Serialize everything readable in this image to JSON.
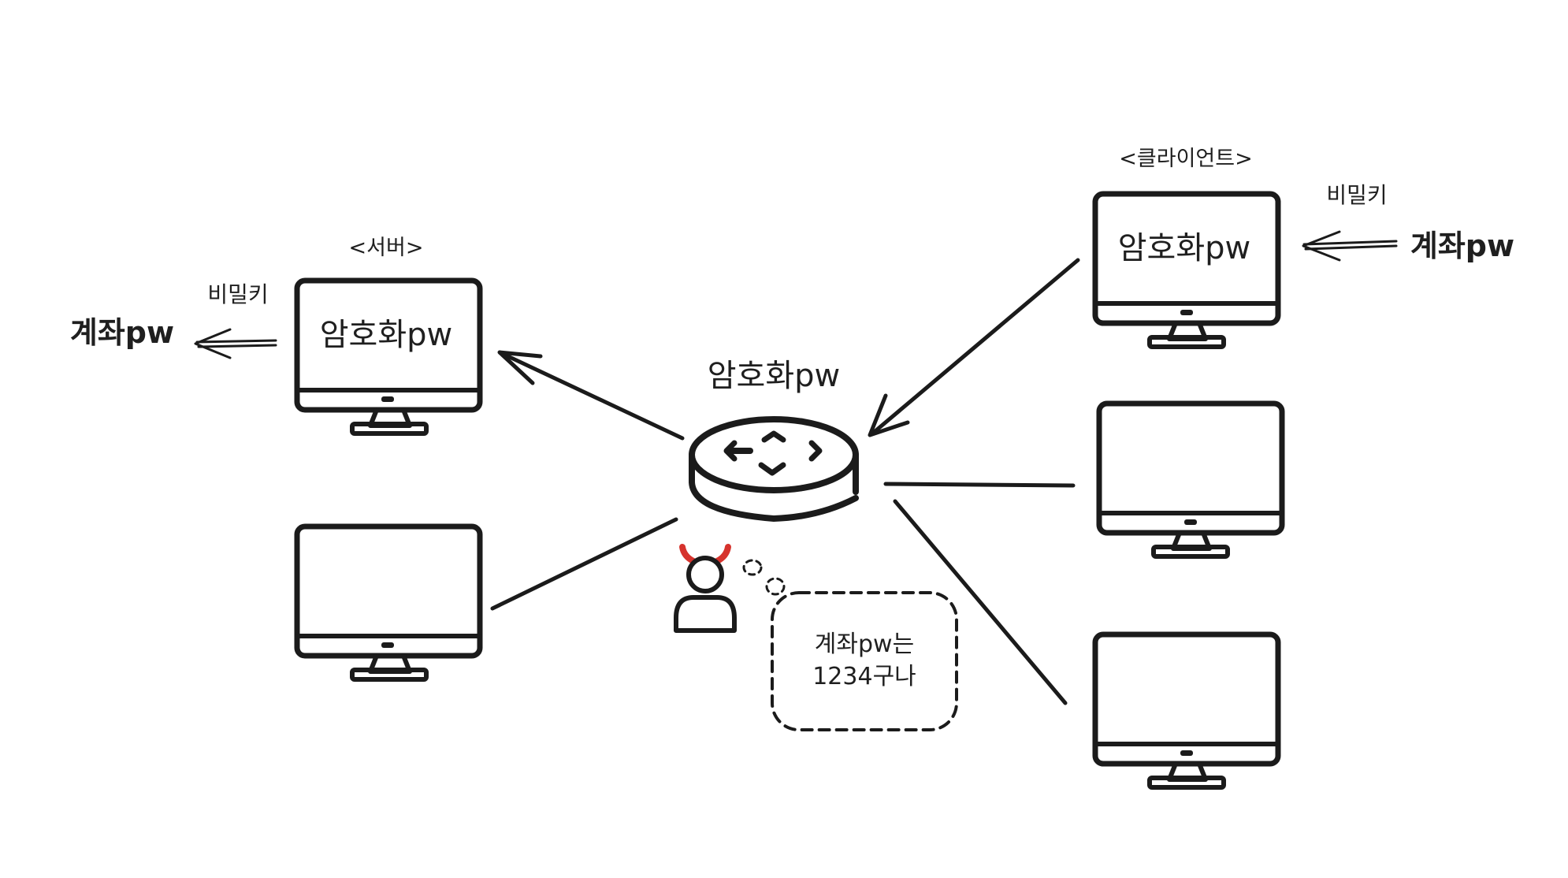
{
  "server": {
    "title": "<서버>",
    "screen_text": "암호화pw",
    "key_label": "비밀키",
    "output_label": "계좌pw"
  },
  "client": {
    "title": "<클라이언트>",
    "screen_text": "암호화pw",
    "key_label": "비밀키",
    "input_label": "계좌pw"
  },
  "router": {
    "label": "암호화pw",
    "icon": "router-icon"
  },
  "attacker": {
    "icon": "hacker-person-icon",
    "thought_line1": "계좌pw는",
    "thought_line2": "1234구나",
    "horn_color": "#d6332d"
  },
  "colors": {
    "ink": "#1b1b1b",
    "background": "#ffffff"
  }
}
